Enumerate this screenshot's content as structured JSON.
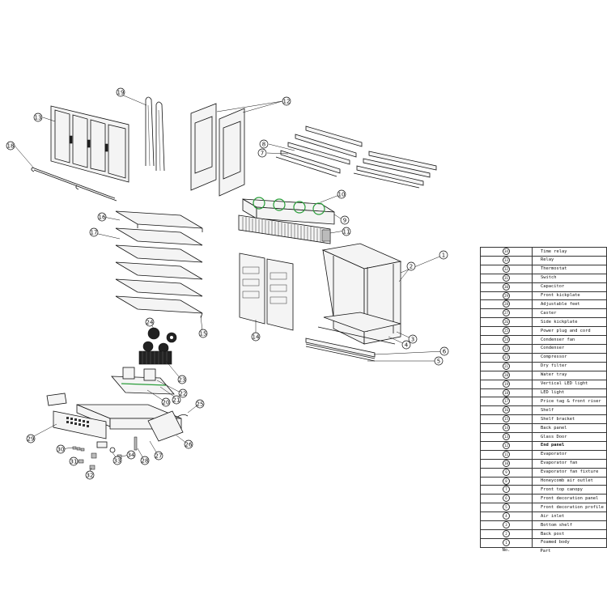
{
  "callouts": [
    "1",
    "2",
    "3",
    "4",
    "5",
    "6",
    "7",
    "8",
    "9",
    "10",
    "11",
    "12",
    "13",
    "14",
    "15",
    "16",
    "17",
    "18",
    "19",
    "20",
    "21",
    "22",
    "23",
    "24",
    "25",
    "26",
    "27",
    "28",
    "29",
    "30",
    "31",
    "32",
    "33",
    "34"
  ],
  "parts_table": {
    "header": {
      "no": "No.",
      "part": "Part"
    },
    "rows": [
      {
        "no": "34",
        "part": "Time relay"
      },
      {
        "no": "33",
        "part": "Relay"
      },
      {
        "no": "32",
        "part": "Thermostat"
      },
      {
        "no": "31",
        "part": "Switch"
      },
      {
        "no": "30",
        "part": "Capacitor"
      },
      {
        "no": "29",
        "part": "Front kickplate"
      },
      {
        "no": "28",
        "part": "Adjustable feet"
      },
      {
        "no": "27",
        "part": "Caster"
      },
      {
        "no": "26",
        "part": "Side kickplate"
      },
      {
        "no": "25",
        "part": "Power plug and cord"
      },
      {
        "no": "24",
        "part": "Condenser fan"
      },
      {
        "no": "23",
        "part": "Condenser"
      },
      {
        "no": "22",
        "part": "Compressor"
      },
      {
        "no": "21",
        "part": "Dry filter"
      },
      {
        "no": "20",
        "part": "Water tray"
      },
      {
        "no": "19",
        "part": "Vertical LED light"
      },
      {
        "no": "18",
        "part": "LED light"
      },
      {
        "no": "17",
        "part": "Price tag & front riser"
      },
      {
        "no": "16",
        "part": "Shelf"
      },
      {
        "no": "15",
        "part": "Shelf bracket"
      },
      {
        "no": "14",
        "part": "Back panel"
      },
      {
        "no": "13",
        "part": "Glass Door"
      },
      {
        "no": "12",
        "part": "End panel",
        "bold": true
      },
      {
        "no": "11",
        "part": "Evaporator"
      },
      {
        "no": "10",
        "part": "Evaporator fan"
      },
      {
        "no": "9",
        "part": "Evaporator fan fixture"
      },
      {
        "no": "8",
        "part": "Honeycomb air outlet"
      },
      {
        "no": "7",
        "part": "Front top canopy"
      },
      {
        "no": "6",
        "part": "Front decoration panel"
      },
      {
        "no": "5",
        "part": "Front decoration profile"
      },
      {
        "no": "4",
        "part": "Air inlet"
      },
      {
        "no": "3",
        "part": "Bottom shelf"
      },
      {
        "no": "2",
        "part": "Back post"
      },
      {
        "no": "1",
        "part": "Foamed body"
      }
    ]
  }
}
